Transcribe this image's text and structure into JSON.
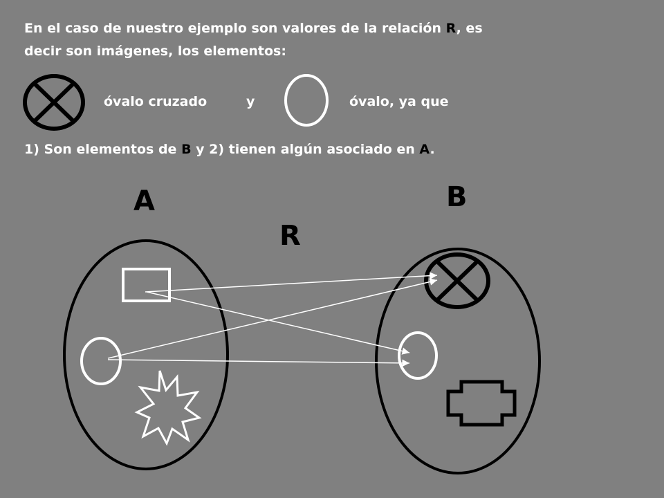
{
  "intro": {
    "line1_pre": "En el caso de nuestro ejemplo son valores de la relación ",
    "line1_rel": "R",
    "line1_post": ", es",
    "line2": "decir son imágenes, los elementos:"
  },
  "legend": {
    "crossed_label": "óvalo cruzado",
    "and_word": "y",
    "oval_label": "óvalo, ya que"
  },
  "condition": {
    "p1": "1) Son elementos de ",
    "set_b": "B",
    "p2": " y 2) tienen algún asociado en ",
    "set_a": "A",
    "p3": "."
  },
  "diagram": {
    "set_a_label": "A",
    "set_b_label": "B",
    "relation_label": "R"
  },
  "colors": {
    "background": "#808080",
    "text": "#ffffff",
    "highlight": "#000000"
  }
}
